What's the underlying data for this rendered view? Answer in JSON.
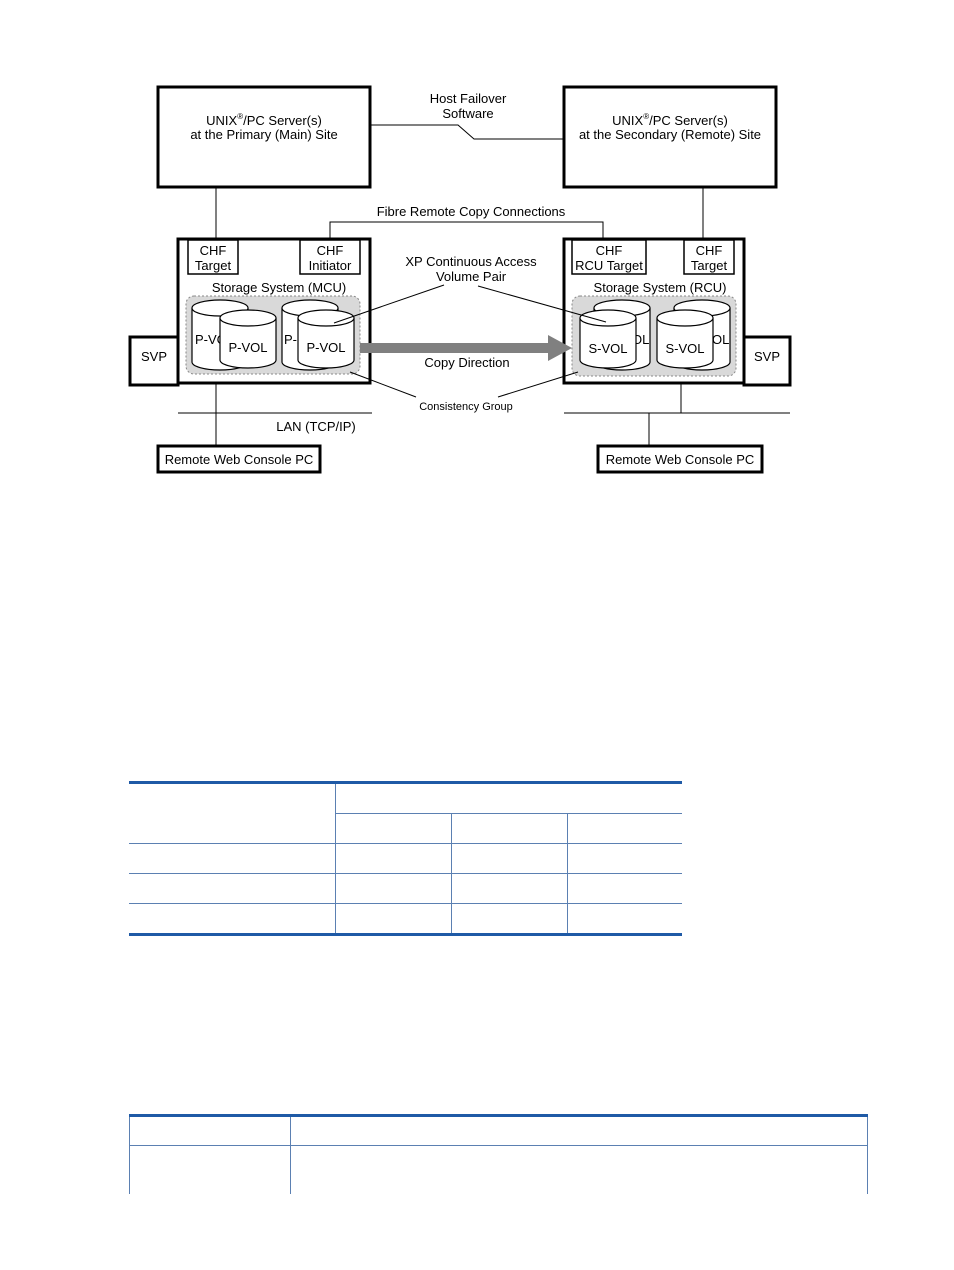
{
  "diagram": {
    "primary_server": {
      "line1": "UNIX",
      "line1_sup": "®",
      "line1_rest": "/PC Server(s)",
      "line2": "at the Primary (Main) Site"
    },
    "secondary_server": {
      "line1": "UNIX",
      "line1_sup": "®",
      "line1_rest": "/PC Server(s)",
      "line2": "at the Secondary (Remote) Site"
    },
    "host_failover": [
      "Host Failover",
      "Software"
    ],
    "fibre_remote_copy": "Fibre Remote Copy Connections",
    "mcu": {
      "chf_target": [
        "CHF",
        "Target"
      ],
      "chf_initiator": [
        "CHF",
        "Initiator"
      ],
      "title": "Storage System (MCU)",
      "vol_back1": "P-VC",
      "vol_front1": "P-VOL",
      "vol_back2": "P-",
      "vol_front2": "P-VOL"
    },
    "rcu": {
      "chf_rcu_target": [
        "CHF",
        "RCU Target"
      ],
      "chf_target": [
        "CHF",
        "Target"
      ],
      "title": "Storage System (RCU)",
      "vol_front1": "S-VOL",
      "vol_back1": "OL",
      "vol_front2": "S-VOL",
      "vol_back2": "OL"
    },
    "xp_pair": [
      "XP Continuous Access",
      "Volume Pair"
    ],
    "copy_direction": "Copy Direction",
    "consistency_group": "Consistency Group",
    "lan": "LAN (TCP/IP)",
    "svp_left": "SVP",
    "svp_right": "SVP",
    "rwc_left": "Remote Web Console PC",
    "rwc_right": "Remote Web Console PC"
  },
  "colors": {
    "table_rule": "#1f5aa6",
    "table_grid": "#5b80b2",
    "consistency_group_fill": "#d9d9d9",
    "copy_arrow": "#808080"
  }
}
